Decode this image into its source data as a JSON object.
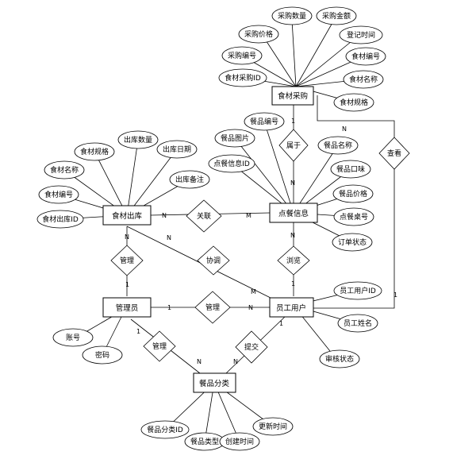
{
  "entities": [
    {
      "id": "caigou",
      "label": "食材采购"
    },
    {
      "id": "chuku",
      "label": "食材出库"
    },
    {
      "id": "diancan",
      "label": "点餐信息"
    },
    {
      "id": "guanli",
      "label": "管理员"
    },
    {
      "id": "yuangong",
      "label": "员工用户"
    },
    {
      "id": "fenlei",
      "label": "餐品分类"
    }
  ],
  "relationships": [
    {
      "id": "shuyu",
      "label": "属于"
    },
    {
      "id": "chakan",
      "label": "查看"
    },
    {
      "id": "guanlian",
      "label": "关联"
    },
    {
      "id": "guanli1",
      "label": "管理"
    },
    {
      "id": "xietiao",
      "label": "协调"
    },
    {
      "id": "liulan",
      "label": "浏览"
    },
    {
      "id": "guanli2",
      "label": "管理"
    },
    {
      "id": "guanli3",
      "label": "管理"
    },
    {
      "id": "tijiao",
      "label": "提交"
    }
  ],
  "attributes": {
    "caigou": [
      "采购数量",
      "采购金额",
      "采购价格",
      "登记时间",
      "采购编号",
      "食材编号",
      "食材采购ID",
      "食材名称",
      "食材规格"
    ],
    "chuku": [
      "出库数量",
      "食材规格",
      "出库日期",
      "食材名称",
      "出库备注",
      "食材编号",
      "食材出库ID"
    ],
    "diancan": [
      "餐品编号",
      "餐品图片",
      "餐品名称",
      "点餐信息ID",
      "餐品口味",
      "餐品价格",
      "点餐桌号",
      "订单状态"
    ],
    "guanli": [
      "账号",
      "密码"
    ],
    "yuangong": [
      "员工用户ID",
      "员工姓名",
      "审核状态"
    ],
    "fenlei": [
      "餐品分类ID",
      "餐品类型",
      "创建时间",
      "更新时间"
    ]
  },
  "cardinalities": {
    "shuyu_caigou": "1",
    "shuyu_diancan": "N",
    "chakan_caigou": "N",
    "chakan_yuangong": "1",
    "guanlian_chuku": "N",
    "guanlian_diancan": "M",
    "guanli1_chuku": "N",
    "guanli1_guanli": "1",
    "xietiao_chuku": "N",
    "xietiao_yuangong": "M",
    "liulan_diancan": "N",
    "liulan_yuangong": "1",
    "guanli2_guanli": "1",
    "guanli2_yuangong": "N",
    "guanli3_guanli": "1",
    "guanli3_fenlei": "N",
    "tijiao_yuangong": "1",
    "tijiao_fenlei": "N"
  }
}
